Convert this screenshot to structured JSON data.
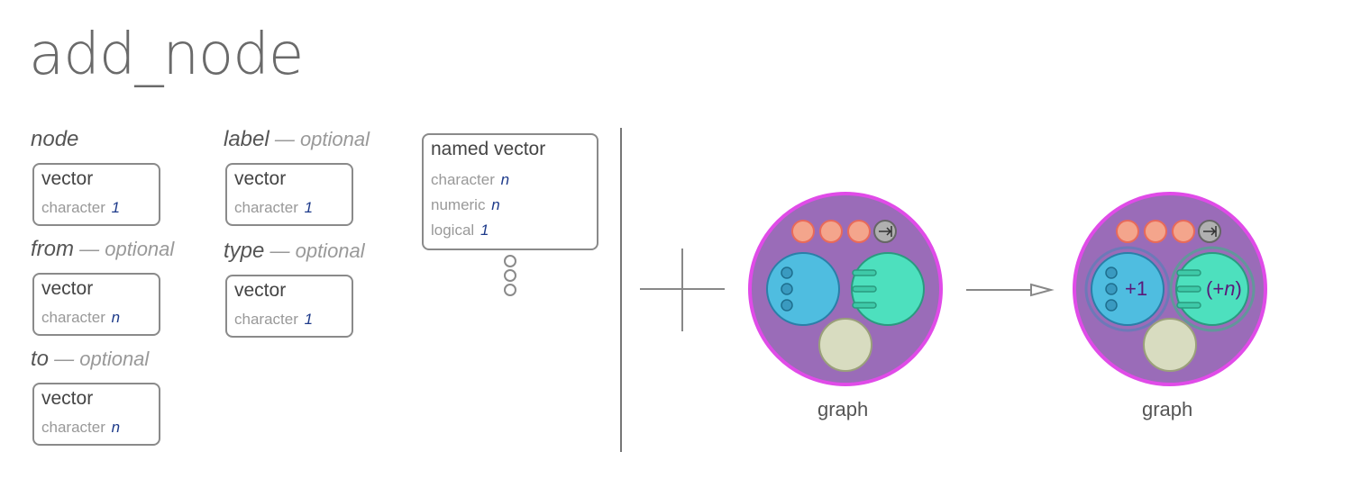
{
  "title": "add_node",
  "args": [
    {
      "name": "node",
      "optional_label": "",
      "box_title": "vector",
      "type": "character",
      "length": "1"
    },
    {
      "name": "from",
      "optional_label": " — optional",
      "box_title": "vector",
      "type": "character",
      "length": "n"
    },
    {
      "name": "to",
      "optional_label": " — optional",
      "box_title": "vector",
      "type": "character",
      "length": "n"
    },
    {
      "name": "label",
      "optional_label": " — optional",
      "box_title": "vector",
      "type": "character",
      "length": "1"
    },
    {
      "name": "type",
      "optional_label": " — optional",
      "box_title": "vector",
      "type": "character",
      "length": "1"
    }
  ],
  "named_vector": {
    "title": "named vector",
    "rows": [
      {
        "type": "character",
        "length": "n"
      },
      {
        "type": "numeric",
        "length": "n"
      },
      {
        "type": "logical",
        "length": "1"
      }
    ]
  },
  "graph_before": {
    "label": "graph"
  },
  "graph_after": {
    "label": "graph",
    "nodes_text": "+1",
    "edges_text_prefix": "(+",
    "edges_text_var": "n",
    "edges_text_suffix": ")"
  },
  "colors": {
    "graph_fill": "#9a6cb8",
    "graph_ring": "#e04be8",
    "nodes": "#4fbde0",
    "edges": "#4de0be",
    "attrs": "#d8dcc0",
    "salmon": "#f4a58c",
    "dark_purple_text": "#5a1a7a"
  }
}
